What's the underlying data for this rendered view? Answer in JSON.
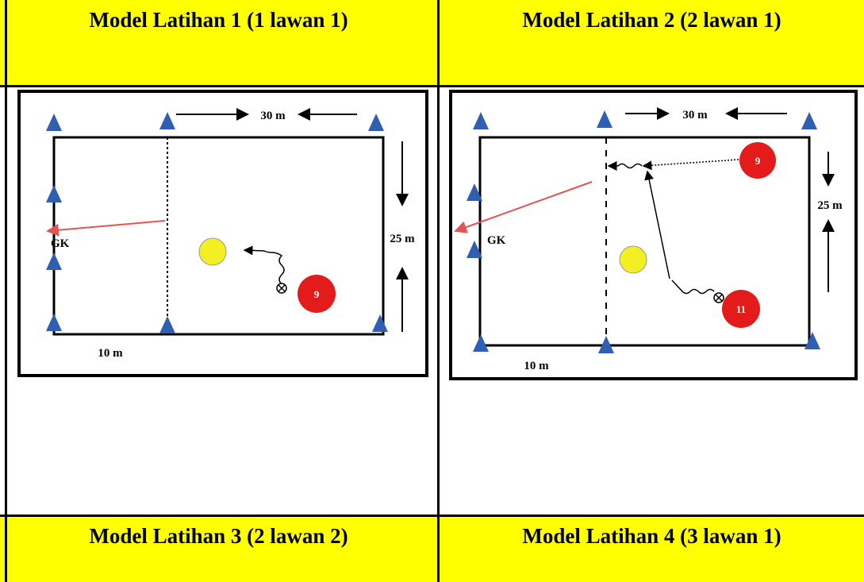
{
  "headers": {
    "model1": "Model Latihan 1 (1 lawan 1)",
    "model2": "Model Latihan 2 (2 lawan 1)",
    "model3": "Model Latihan 3 (2 lawan 2)",
    "model4": "Model Latihan 4 (3 lawan 1)"
  },
  "diagram1": {
    "width_label": "30 m",
    "height_label": "25 m",
    "zone_label": "10 m",
    "gk_label": "GK",
    "player_number": "9"
  },
  "diagram2": {
    "width_label": "30 m",
    "height_label": "25 m",
    "zone_label": "10 m",
    "gk_label": "GK",
    "player_number_top": "9",
    "player_number_bottom": "11"
  },
  "colors": {
    "header_bg": "#ffff00",
    "cone": "#2f5fb3",
    "player": "#e31b1b",
    "ball": "#f2ef22",
    "pass_line": "#e55353"
  }
}
